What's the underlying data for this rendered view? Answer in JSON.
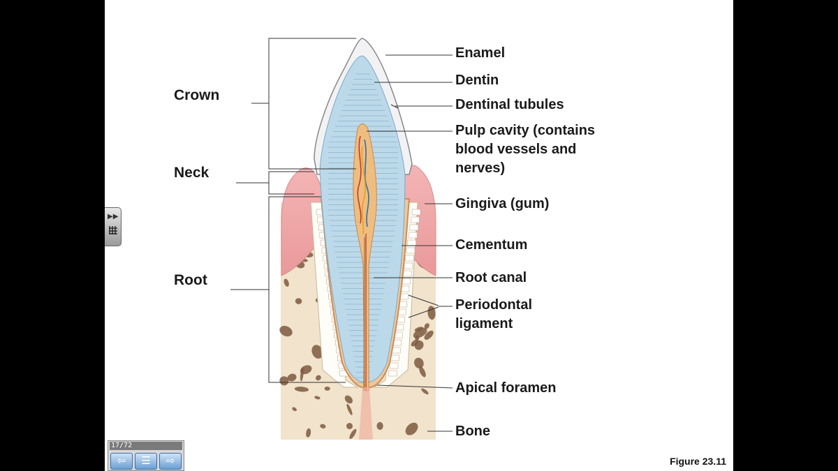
{
  "left_labels": {
    "crown": "Crown",
    "neck": "Neck",
    "root": "Root"
  },
  "right_labels": {
    "enamel": "Enamel",
    "dentin": "Dentin",
    "dentinal_tubules": "Dentinal tubules",
    "pulp_cavity": [
      "Pulp cavity (contains",
      "blood vessels and",
      "nerves)"
    ],
    "gingiva": "Gingiva (gum)",
    "cementum": "Cementum",
    "root_canal": "Root canal",
    "periodontal_ligament": [
      "Periodontal",
      "ligament"
    ],
    "apical_foramen": "Apical foramen",
    "bone": "Bone"
  },
  "figure_label": "Figure 23.11",
  "navigation": {
    "page_counter": "17/72",
    "prev_icon": "arrow-left-icon",
    "outline_icon": "outline-menu-icon",
    "next_icon": "arrow-right-icon"
  },
  "colors": {
    "enamel": "#f3f3f5",
    "dentin": "#bcd9ea",
    "pulp": "#e8b87a",
    "gingiva": "#efa7a7",
    "bone": "#f1e3cc",
    "bone_spots": "#7a5a3e"
  }
}
